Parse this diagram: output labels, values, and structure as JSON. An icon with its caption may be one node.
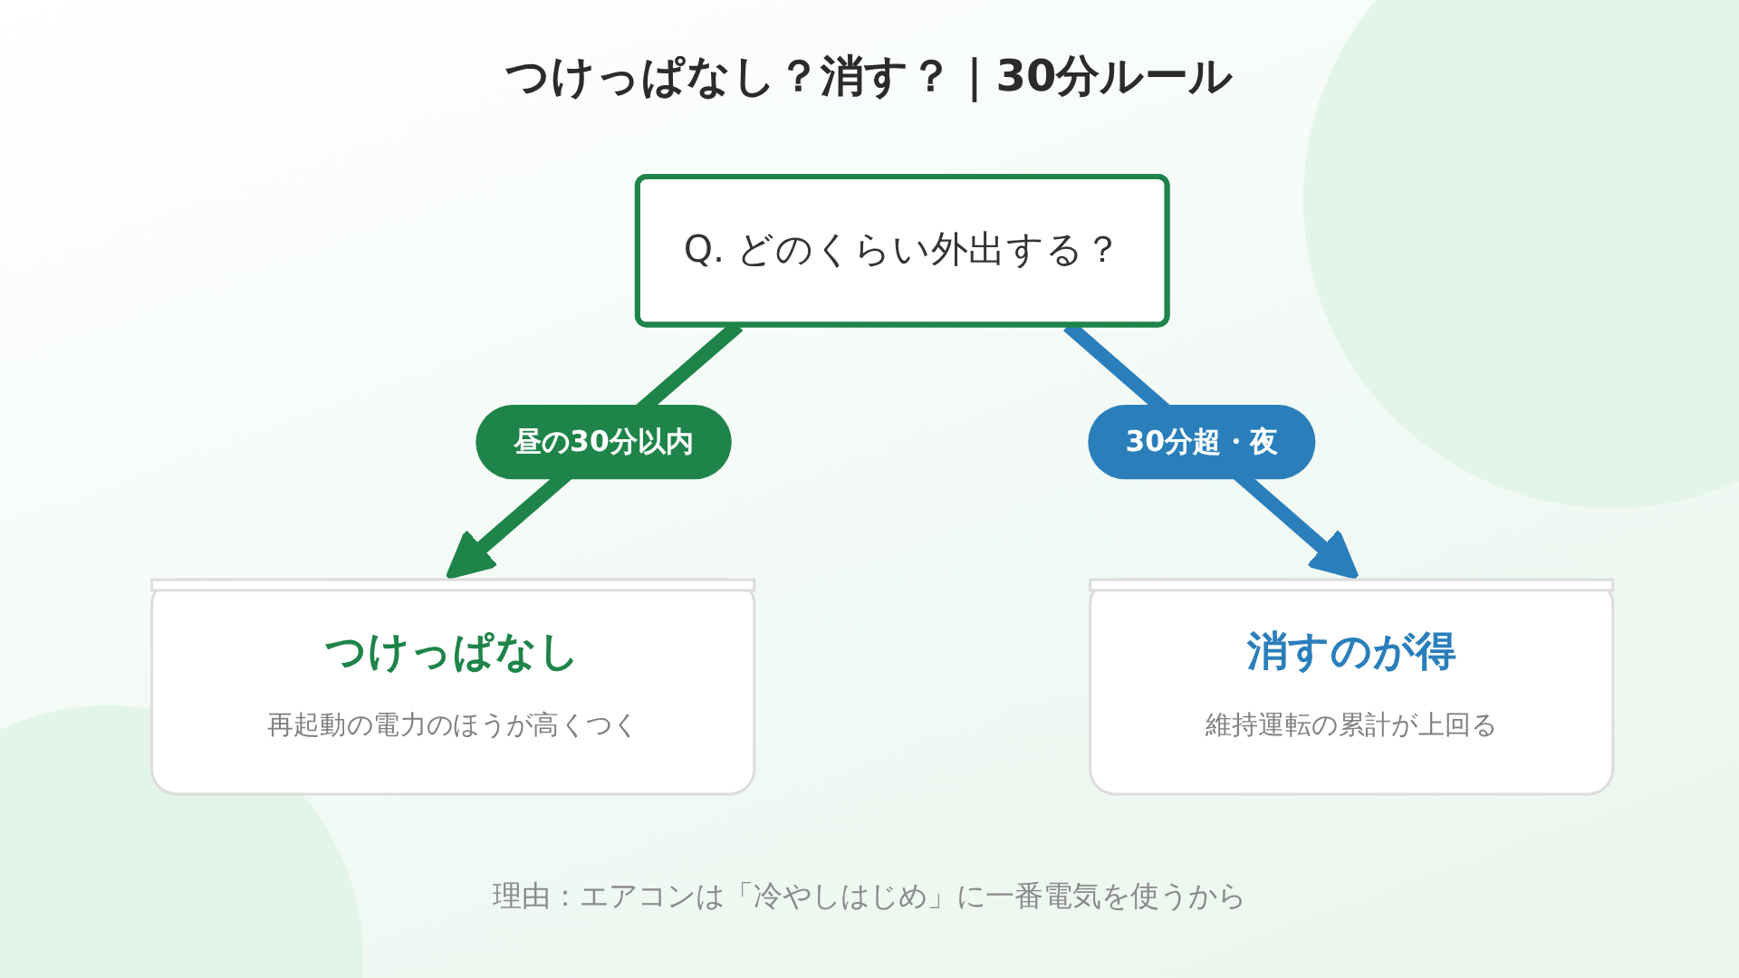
{
  "diagram": {
    "title": "つけっぱなし？消す？｜30分ルール",
    "nodes": [
      {
        "text": [
          "Q. どのくらい外出する？"
        ]
      },
      {
        "text": [
          "つけっぱなし",
          "再起動の電力のほうが高くつく"
        ]
      },
      {
        "text": [
          "消すのが得",
          "維持運転の累計が上回る"
        ]
      }
    ],
    "edges": [
      {
        "from": 0,
        "to": 1,
        "arrow": "to",
        "label": "昼の30分以内",
        "color": "#1e8449"
      },
      {
        "from": 0,
        "to": 2,
        "arrow": "to",
        "label": "30分超・夜",
        "color": "#2a7fbb"
      }
    ],
    "caption": "理由：エアコンは「冷やしはじめ」に一番電気を使うから"
  }
}
